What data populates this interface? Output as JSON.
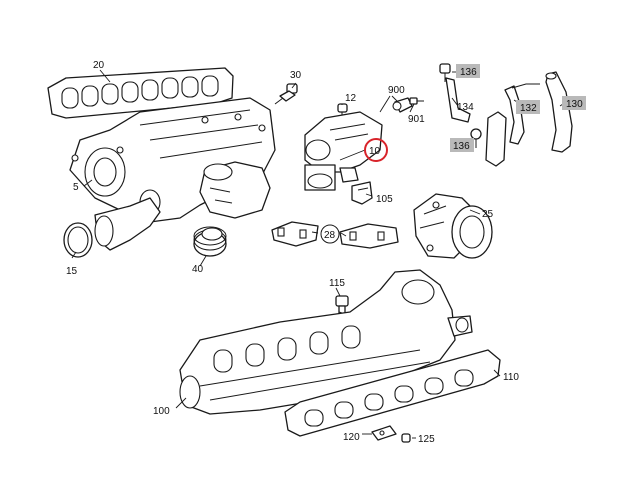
{
  "diagram": {
    "labels": {
      "p5": "5",
      "p10": "10",
      "p12": "12",
      "p15": "15",
      "p20": "20",
      "p25": "25",
      "p28": "28",
      "p30": "30",
      "p40": "40",
      "p100": "100",
      "p105": "105",
      "p110": "110",
      "p115": "115",
      "p120": "120",
      "p125": "125",
      "p130": "130",
      "p132": "132",
      "p134": "134",
      "p136a": "136",
      "p136b": "136",
      "p900": "900",
      "p901": "901"
    },
    "highlighted_part": "10",
    "callout_color": "#d8232a",
    "label_box_color": "#b9b9b9"
  }
}
